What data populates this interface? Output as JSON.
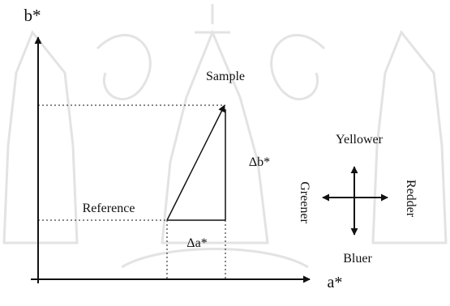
{
  "axes": {
    "y_label": "b*",
    "x_label": "a*"
  },
  "points": {
    "sample_label": "Sample",
    "reference_label": "Reference"
  },
  "deltas": {
    "delta_b_label": "Δb*",
    "delta_a_label": "Δa*"
  },
  "directions": {
    "up_label": "Yellower",
    "down_label": "Bluer",
    "left_label": "Greener",
    "right_label": "Redder"
  },
  "colors": {
    "line": "#111111",
    "watermark": "#e3e3e3"
  }
}
